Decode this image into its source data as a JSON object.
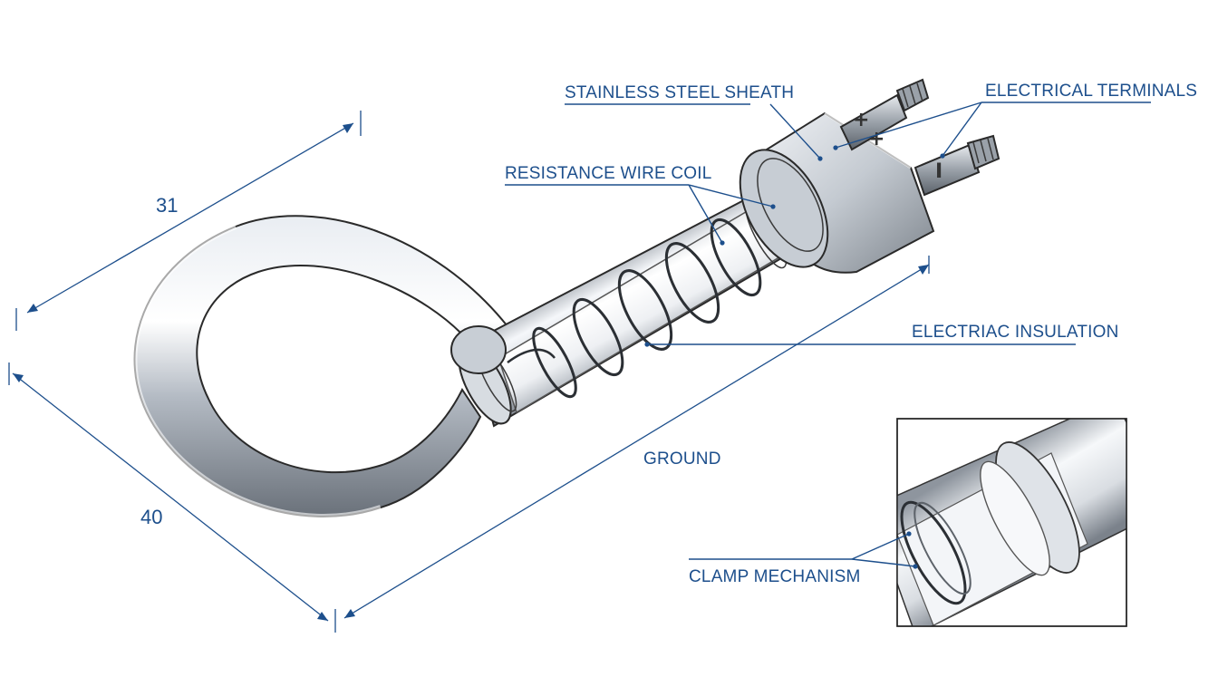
{
  "labels": {
    "sheath": "STAINLESS STEEL SHEATH",
    "terminals": "ELECTRICAL TERMINALS",
    "coil": "RESISTANCE WIRE COIL",
    "insulation": "ELECTRIAC INSULATION",
    "ground": "GROUND",
    "clamp": "CLAMP MECHANISM"
  },
  "dimensions": {
    "width": "31",
    "length": "40"
  },
  "terminal_symbols": {
    "positive": "+",
    "negative": "I"
  },
  "colors": {
    "annotation": "#1d4f8c",
    "metal_light": "#f4f6f9",
    "metal_mid": "#b9c0c9",
    "metal_dark": "#6d747d"
  }
}
